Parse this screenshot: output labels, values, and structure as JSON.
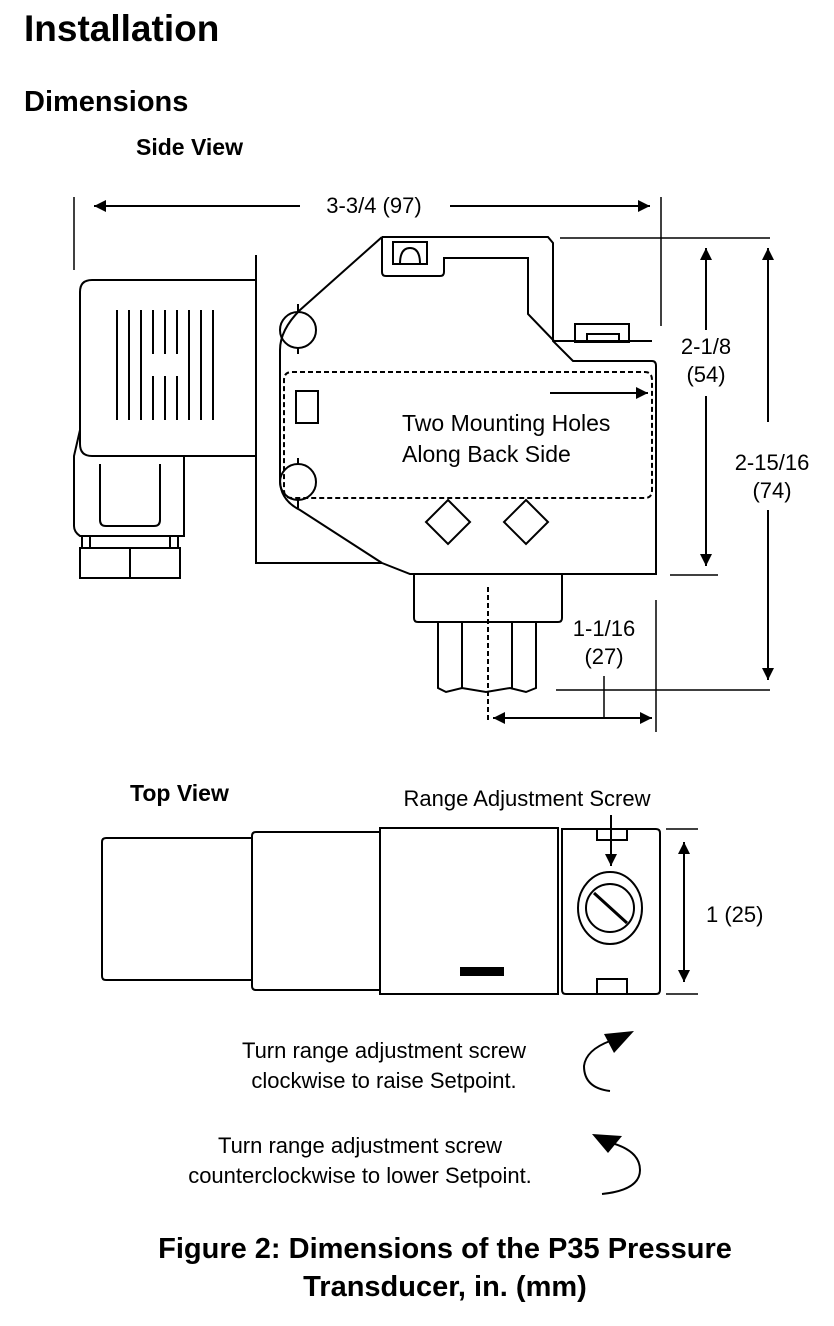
{
  "document": {
    "section_title": "Installation",
    "subsection_title": "Dimensions",
    "caption_line1": "Figure 2: Dimensions of the P35 Pressure",
    "caption_line2": "Transducer, in. (mm)"
  },
  "side_view": {
    "title": "Side View",
    "overall_length": {
      "label": "3-3/4 (97)",
      "inches": "3-3/4",
      "mm": 97
    },
    "body_height": {
      "line1": "2-1/8",
      "line2": "(54)",
      "inches": "2-1/8",
      "mm": 54
    },
    "overall_height": {
      "line1": "2-15/16",
      "line2": "(74)",
      "inches": "2-15/16",
      "mm": 74
    },
    "fitting_offset": {
      "line1": "1-1/16",
      "line2": "(27)",
      "inches": "1-1/16",
      "mm": 27
    },
    "mounting_note": {
      "line1": "Two Mounting Holes",
      "line2": "Along Back Side"
    }
  },
  "top_view": {
    "title": "Top View",
    "screw_label": "Range Adjustment Screw",
    "width": {
      "label": "1 (25)",
      "inches": "1",
      "mm": 25
    }
  },
  "instructions": {
    "clockwise": {
      "line1": "Turn range adjustment screw",
      "line2": "clockwise to raise Setpoint."
    },
    "counterclockwise": {
      "line1": "Turn range adjustment screw",
      "line2": "counterclockwise to lower Setpoint."
    }
  }
}
